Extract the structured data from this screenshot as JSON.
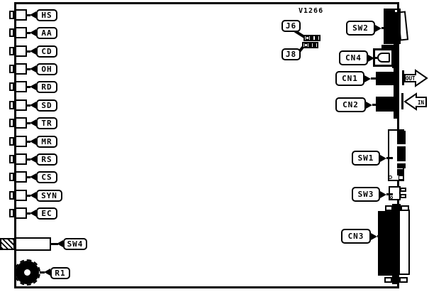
{
  "diagram": {
    "part_number": "V1266",
    "leds": [
      "HS",
      "AA",
      "CD",
      "OH",
      "RD",
      "SD",
      "TR",
      "MR",
      "RS",
      "CS",
      "SYN",
      "EC"
    ],
    "jumpers": {
      "j6": "J6",
      "j8": "J8"
    },
    "switches": {
      "sw1": "SW1",
      "sw2": "SW2",
      "sw3": "SW3",
      "sw4": "SW4"
    },
    "connectors": {
      "cn1": "CN1",
      "cn2": "CN2",
      "cn3": "CN3",
      "cn4": "CN4"
    },
    "potentiometer": {
      "r1": "R1"
    },
    "signal_arrows": {
      "out": "OUT",
      "in": "IN"
    },
    "colors": {
      "ink": "#000000",
      "paper": "#ffffff"
    }
  }
}
